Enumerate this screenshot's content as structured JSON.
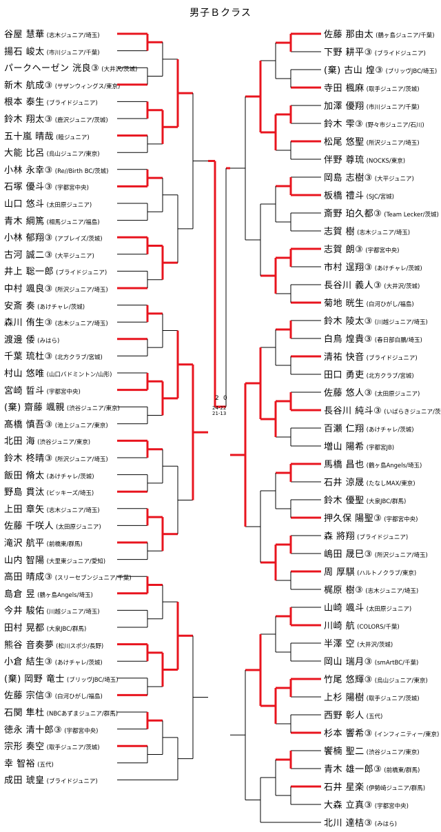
{
  "title": "男子Ｂクラス",
  "left_players": [
    {
      "name": "谷屋 慧華",
      "team": "(志木ジュニア/埼玉)"
    },
    {
      "name": "揚石 峻太",
      "team": "(市川ジュニア/千葉)"
    },
    {
      "name": "パークヘーゼン 洸良③",
      "team": "(大井沢/茨城)"
    },
    {
      "name": "新木 航成③",
      "team": "(サザンウィングス/東京)"
    },
    {
      "name": "根本 泰生",
      "team": "(ブライドジュニア)"
    },
    {
      "name": "鈴木 翔太③",
      "team": "(鹿沢ジュニア/茨城)"
    },
    {
      "name": "五十嵐 晴哉",
      "team": "(睦ジュニア)"
    },
    {
      "name": "大能 比呂",
      "team": "(烏山ジュニア/東京)"
    },
    {
      "name": "小林 永幸③",
      "team": "(Re//Birth BC/茨城)"
    },
    {
      "name": "石塚 優斗③",
      "team": "(宇都宮中央)"
    },
    {
      "name": "山口 悠斗",
      "team": "(太田原ジュニア)"
    },
    {
      "name": "青木 綱篤",
      "team": "(相馬ジュニア/福島)"
    },
    {
      "name": "小林 郁翔③",
      "team": "(アブレイズ/茨城)"
    },
    {
      "name": "古河 誠二③",
      "team": "(大平ジュニア)"
    },
    {
      "name": "井上 聡一郎",
      "team": "(ブライドジュニア)"
    },
    {
      "name": "中村 颯良③",
      "team": "(所沢ジュニア/埼玉)"
    },
    {
      "name": "安斎 奏",
      "team": "(あけチャレ/茨城)"
    },
    {
      "name": "森川 侑生③",
      "team": "(志木ジュニア/埼玉)"
    },
    {
      "name": "渡邊 倭",
      "team": "(みはら)"
    },
    {
      "name": "千葉 琉杜③",
      "team": "(北方クラブ/宮城)"
    },
    {
      "name": "村山 悠唯",
      "team": "(山口バドミントン/山形)"
    },
    {
      "name": "宮崎 晢斗",
      "team": "(宇都宮中央)"
    },
    {
      "name": "(棄) 齋藤 颯親",
      "team": "(渋谷ジュニア/東京)"
    },
    {
      "name": "髙橋 慎吾③",
      "team": "(池上ジュニア/東京)"
    },
    {
      "name": "北田 海",
      "team": "(渋谷ジュニア/東京)"
    },
    {
      "name": "鈴木 柊晴③",
      "team": "(所沢ジュニア/埼玉)"
    },
    {
      "name": "飯田 脩太",
      "team": "(あけチャレ/茨城)"
    },
    {
      "name": "野島 貫汰",
      "team": "(ビッキーズ/埼玉)"
    },
    {
      "name": "上田 章矢",
      "team": "(志木ジュニア/埼玉)"
    },
    {
      "name": "佐藤 千咲人",
      "team": "(太田原ジュニア)"
    },
    {
      "name": "滝沢 航平",
      "team": "(前橋東/群馬)"
    },
    {
      "name": "山内 智陽",
      "team": "(大里東ジュニア/愛知)"
    },
    {
      "name": "高田 晴成③",
      "team": "(スリーセブンジュニア/千葉)"
    },
    {
      "name": "島倉 昱",
      "team": "(鶴ヶ島Angels/埼玉)"
    },
    {
      "name": "今井 駿佑",
      "team": "(川越ジュニア/埼玉)"
    },
    {
      "name": "田村 晃都",
      "team": "(大泉JBC/群馬)"
    },
    {
      "name": "熊谷 音奏夢",
      "team": "(松川スポ少/長野)"
    },
    {
      "name": "小倉 結生③",
      "team": "(あけチャレ/茨城)"
    },
    {
      "name": "(棄) 岡野 竜士",
      "team": "(ブリッヴJBC/埼玉)"
    },
    {
      "name": "佐藤 宗信③",
      "team": "(白河ひがし/福島)"
    },
    {
      "name": "石関 隼杜",
      "team": "(NBCあずまジュニア/群馬)"
    },
    {
      "name": "徳永 清十郎③",
      "team": "(宇都宮中央)"
    },
    {
      "name": "宗形 奏空",
      "team": "(取手ジュニア/茨城)"
    },
    {
      "name": "幸 智裕",
      "team": "(五代)"
    },
    {
      "name": "成田 琥皇",
      "team": "(ブライドジュニア)"
    }
  ],
  "right_players": [
    {
      "name": "佐藤 那由太",
      "team": "(鶴ヶ島ジュニア/千葉)"
    },
    {
      "name": "下野 耕平③",
      "team": "(ブライドジュニア)"
    },
    {
      "name": "(棄) 古山 煌③",
      "team": "(ブリッヴJBC/埼玉)"
    },
    {
      "name": "寺田 楓麻",
      "team": "(取手ジュニア/茨城)"
    },
    {
      "name": "加澤 優翔",
      "team": "(市川ジュニア/千葉)"
    },
    {
      "name": "鈴木 雫③",
      "team": "(野々市ジュニア/石川)"
    },
    {
      "name": "松尾 悠聖",
      "team": "(所沢ジュニア/埼玉)"
    },
    {
      "name": "伴野 尊琉",
      "team": "(NOCKS/東京)"
    },
    {
      "name": "岡島 志樹③",
      "team": "(大平ジュニア)"
    },
    {
      "name": "板橋 禮斗",
      "team": "(SJC/宮城)"
    },
    {
      "name": "斎野 珀久都③",
      "team": "(Team Lecker/茨城)"
    },
    {
      "name": "志賀 樹",
      "team": "(志木ジュニア/埼玉)"
    },
    {
      "name": "志賀 朗③",
      "team": "(宇都宮中央)"
    },
    {
      "name": "市村 逞翔③",
      "team": "(あけチャレ/茨城)"
    },
    {
      "name": "長谷川 義人③",
      "team": "(大井沢/茨城)"
    },
    {
      "name": "菊地 晄生",
      "team": "(白河ひがし/福島)"
    },
    {
      "name": "鈴木 陵太③",
      "team": "(川越ジュニア/埼玉)"
    },
    {
      "name": "白鳥 煌貴③",
      "team": "(春日部白鵬/埼玉)"
    },
    {
      "name": "清祐 快音",
      "team": "(ブライドジュニア)"
    },
    {
      "name": "田口 勇吏",
      "team": "(北方クラブ/宮城)"
    },
    {
      "name": "佐藤 悠人③",
      "team": "(太田原ジュニア)"
    },
    {
      "name": "長谷川 純斗③",
      "team": "(いばらきジュニア/茨城)"
    },
    {
      "name": "百瀬 仁翔",
      "team": "(あけチャレ/茨城)"
    },
    {
      "name": "増山 陽希",
      "team": "(宇都宮JB)"
    },
    {
      "name": "馬橋 昌也",
      "team": "(鶴ヶ島Angels/埼玉)"
    },
    {
      "name": "石井 涼晟",
      "team": "(たなしMAX/東京)"
    },
    {
      "name": "鈴木 優聖",
      "team": "(大泉JBC/群馬)"
    },
    {
      "name": "押久保 陽聖③",
      "team": "(宇都宮中央)"
    },
    {
      "name": "森 將翔",
      "team": "(ブライドジュニア)"
    },
    {
      "name": "嶋田 晟巳③",
      "team": "(所沢ジュニア/埼玉)"
    },
    {
      "name": "周 厚騏",
      "team": "(ハルトノクラブ/東京)"
    },
    {
      "name": "梶原 樹③",
      "team": "(志木ジュニア/埼玉)"
    },
    {
      "name": "山崎 颯斗",
      "team": "(太田原ジュニア)"
    },
    {
      "name": "川崎 航",
      "team": "(COLORS/千葉)"
    },
    {
      "name": "半澤 空",
      "team": "(大井沢/茨城)"
    },
    {
      "name": "岡山 瑞月③",
      "team": "(smArtBC/千葉)"
    },
    {
      "name": "竹尾 悠輝③",
      "team": "(烏山ジュニア/東京)"
    },
    {
      "name": "上杉 陽樹",
      "team": "(取手ジュニア/茨城)"
    },
    {
      "name": "西野 彰人",
      "team": "(五代)"
    },
    {
      "name": "杉本 響希③",
      "team": "(インフィニティー/東京)"
    },
    {
      "name": "饗楠 聖二",
      "team": "(渋谷ジュニア/東京)"
    },
    {
      "name": "青木 雄一郎③",
      "team": "(前橋東/群馬)"
    },
    {
      "name": "石井 星楽",
      "team": "(伊勢崎ジュニア/群馬)"
    },
    {
      "name": "大森 立真③",
      "team": "(宇都宮中央)"
    },
    {
      "name": "北川 達桔③",
      "team": "(みはら)"
    }
  ],
  "final_score": "24-22\n21-13",
  "final_left_mark": "2",
  "final_right_mark": "0"
}
